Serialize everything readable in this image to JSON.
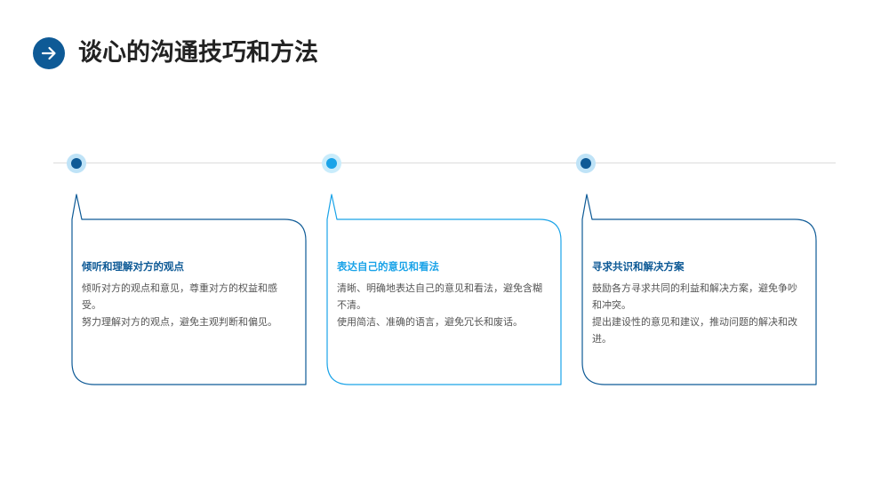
{
  "header": {
    "title": "谈心的沟通技巧和方法",
    "icon": "arrow-right-icon",
    "icon_color": "#0e5a96"
  },
  "colors": {
    "dark_blue": "#0e5a96",
    "light_blue": "#1aa3e8",
    "line_gray": "#dcdcdc",
    "body_text": "#555555"
  },
  "cards": [
    {
      "heading": "倾听和理解对方的观点",
      "paragraphs": [
        "倾听对方的观点和意见，尊重对方的权益和感受。",
        "努力理解对方的观点，避免主观判断和偏见。"
      ]
    },
    {
      "heading": "表达自己的意见和看法",
      "paragraphs": [
        "清晰、明确地表达自己的意见和看法，避免含糊不清。",
        "使用简洁、准确的语言，避免冗长和废话。"
      ]
    },
    {
      "heading": "寻求共识和解决方案",
      "paragraphs": [
        "鼓励各方寻求共同的利益和解决方案，避免争吵和冲突。",
        "提出建设性的意见和建议，推动问题的解决和改进。"
      ]
    }
  ]
}
